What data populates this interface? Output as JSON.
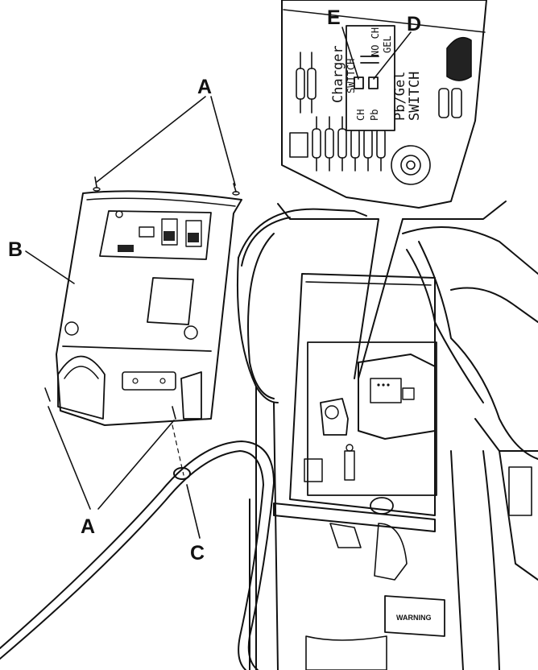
{
  "callouts": {
    "A_top": "A",
    "A_bottom": "A",
    "B": "B",
    "C": "C",
    "D": "D",
    "E": "E"
  },
  "pcb_inset": {
    "charger_label": "Charger",
    "charger_sublabel": "SWITCH",
    "pb_gel_label": "Pb/Gel",
    "switch_label": "SWITCH",
    "no_ch_label": "NO CH",
    "gel_label": "GEL",
    "ch_label": "CH",
    "pb_label": "Pb"
  },
  "warning_decal": "WARNING"
}
